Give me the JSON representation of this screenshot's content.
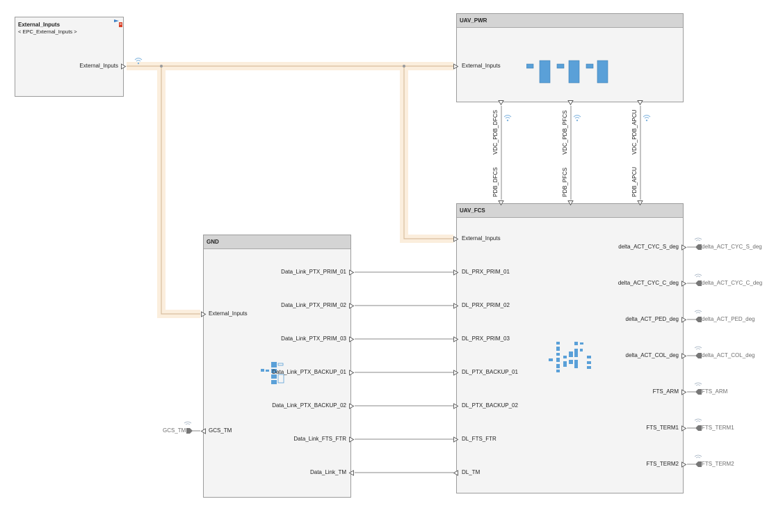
{
  "external_inputs_block": {
    "title": "External_Inputs",
    "subtitle": "< EPC_External_Inputs >",
    "out_port": "External_Inputs"
  },
  "uav_pwr": {
    "title": "UAV_PWR",
    "in_port": "External_Inputs",
    "out_ports": [
      "VDC_PDB_DFCS",
      "VDC_PDB_PFCS",
      "VDC_PDB_APCU"
    ]
  },
  "uav_fcs": {
    "title": "UAV_FCS",
    "top_ports": [
      "PDB_DFCS",
      "PDB_PFCS",
      "PDB_APCU"
    ],
    "left_ports": [
      "External_Inputs",
      "DL_PRX_PRIM_01",
      "DL_PRX_PRIM_02",
      "DL_PRX_PRIM_03",
      "DL_PTX_BACKUP_01",
      "DL_PTX_BACKUP_02",
      "DL_FTS_FTR",
      "DL_TM"
    ],
    "right_ports": [
      "delta_ACT_CYC_S_deg",
      "delta_ACT_CYC_C_deg",
      "delta_ACT_PED_deg",
      "delta_ACT_COL_deg",
      "FTS_ARM",
      "FTS_TERM1",
      "FTS_TERM2"
    ]
  },
  "gnd": {
    "title": "GND",
    "in_port": "External_Inputs",
    "left_out_port": "GCS_TM",
    "right_ports": [
      "Data_Link_PTX_PRIM_01",
      "Data_Link_PTX_PRIM_02",
      "Data_Link_PTX_PRIM_03",
      "Data_Link_PTX_BACKUP_01",
      "Data_Link_PTX_BACKUP_02",
      "Data_Link_FTS_FTR",
      "Data_Link_TM"
    ]
  },
  "external_ports": {
    "outputs": [
      "delta_ACT_CYC_S_deg",
      "delta_ACT_CYC_C_deg",
      "delta_ACT_PED_deg",
      "delta_ACT_COL_deg",
      "FTS_ARM",
      "FTS_TERM1",
      "FTS_TERM2"
    ],
    "gcs": "GCS_TM"
  },
  "colors": {
    "block_fill": "#f4f4f4",
    "title_fill": "#d4d4d4",
    "bus_line": "#d9bfa0",
    "bus_glow": "#fbeedd",
    "signal_line": "#8a8a8a",
    "icon_blue": "#5aa0d8"
  }
}
